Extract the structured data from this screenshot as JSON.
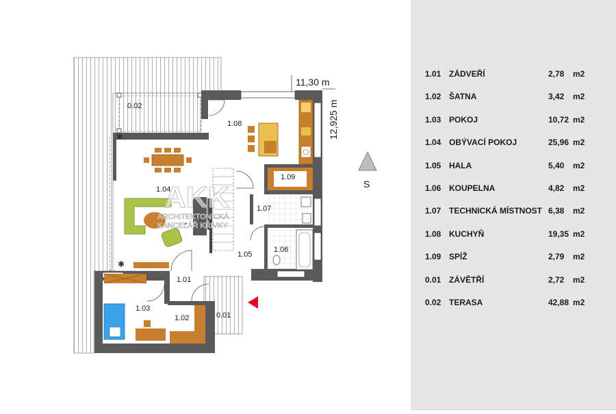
{
  "plan": {
    "dimension_width": "11,30 m",
    "dimension_depth": "12,925 m",
    "north_label": "S",
    "watermark_logo": "AKK",
    "watermark_line1": "ARCHITEKTONICKÁ",
    "watermark_line2": "KANCELÁŘ KŘIVKY",
    "room_labels": {
      "r101": "1.01",
      "r102": "1.02",
      "r103": "1.03",
      "r104": "1.04",
      "r105": "1.05",
      "r106": "1.06",
      "r107": "1.07",
      "r108": "1.08",
      "r109": "1.09",
      "r001": "0.01",
      "r002": "0.02"
    },
    "colors": {
      "wall": "#5a5a5a",
      "wood": "#c9802e",
      "sofa": "#a8c24a",
      "bed": "#3ba3e8",
      "entrance_arrow": "#e8001c",
      "panel": "#e6e6e6"
    }
  },
  "rooms": [
    {
      "num": "1.01",
      "name": "ZÁDVEŘÍ",
      "area": "2,78",
      "unit": "m2"
    },
    {
      "num": "1.02",
      "name": "ŠATNA",
      "area": "3,42",
      "unit": "m2"
    },
    {
      "num": "1.03",
      "name": "POKOJ",
      "area": "10,72",
      "unit": "m2"
    },
    {
      "num": "1.04",
      "name": "OBÝVACÍ POKOJ",
      "area": "25,96",
      "unit": "m2"
    },
    {
      "num": "1.05",
      "name": "HALA",
      "area": "5,40",
      "unit": "m2"
    },
    {
      "num": "1.06",
      "name": "KOUPELNA",
      "area": "4,82",
      "unit": "m2"
    },
    {
      "num": "1.07",
      "name": "TECHNICKÁ MÍSTNOST",
      "area": "6,38",
      "unit": "m2"
    },
    {
      "num": "1.08",
      "name": "KUCHYŇ",
      "area": "19,35",
      "unit": "m2"
    },
    {
      "num": "1.09",
      "name": "SPÍŽ",
      "area": "2,79",
      "unit": "m2"
    },
    {
      "num": "0.01",
      "name": "ZÁVĚTŘÍ",
      "area": "2,72",
      "unit": "m2"
    },
    {
      "num": "0.02",
      "name": "TERASA",
      "area": "42,88",
      "unit": "m2"
    }
  ]
}
